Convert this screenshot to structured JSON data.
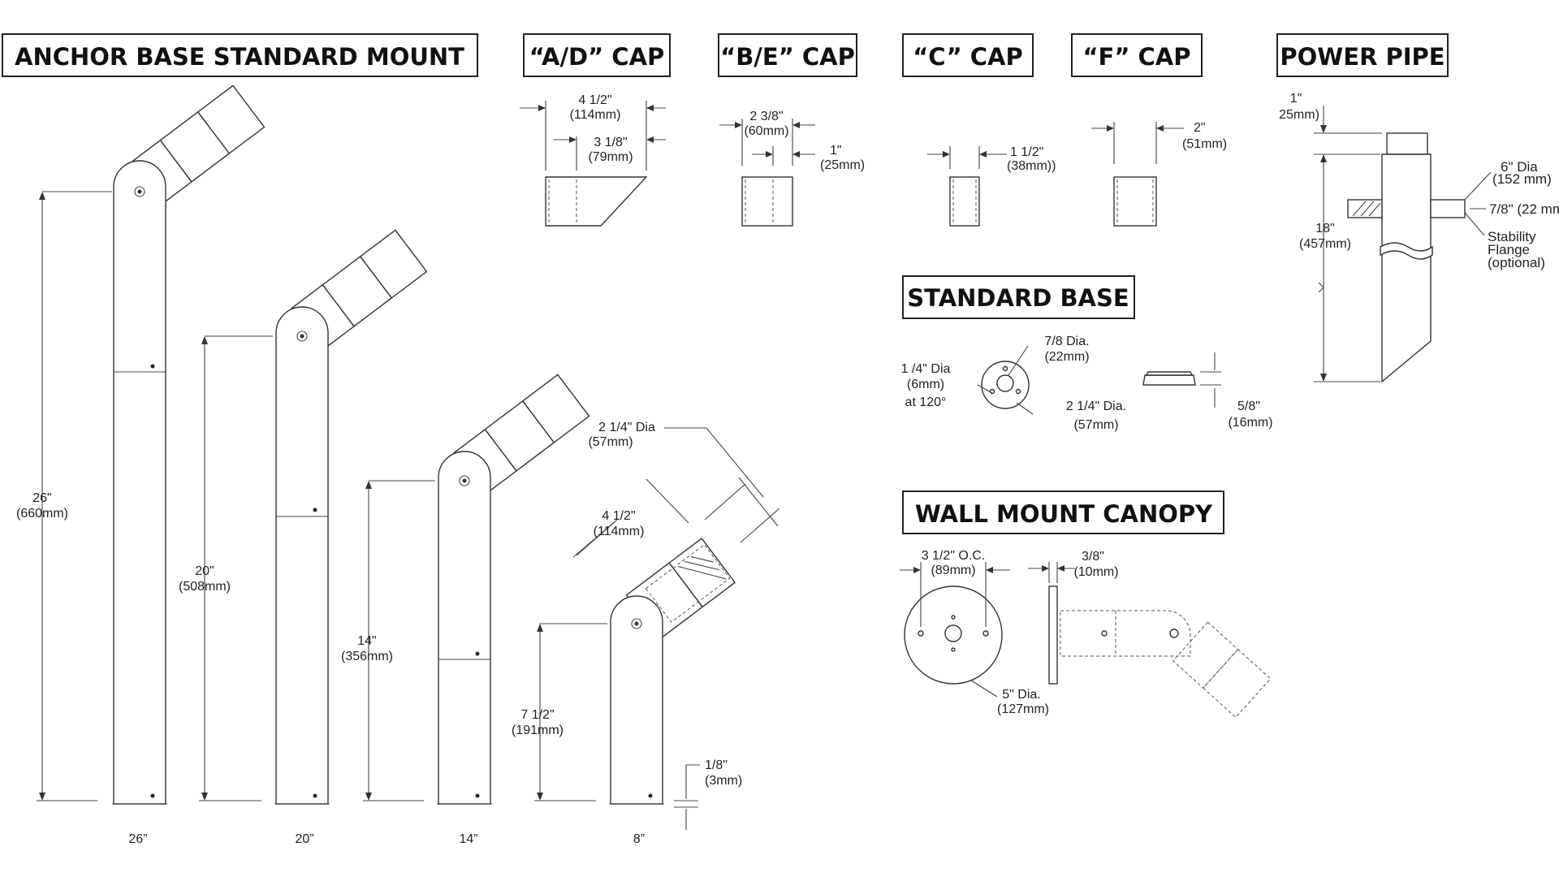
{
  "titles": {
    "anchor_base": "ANCHOR BASE STANDARD MOUNT",
    "ad_cap": "“A/D” CAP",
    "be_cap": "“B/E” CAP",
    "c_cap": "“C” CAP",
    "f_cap": "“F” CAP",
    "power_pipe": "POWER PIPE",
    "standard_base": "STANDARD BASE",
    "wall_mount": "WALL MOUNT CANOPY"
  },
  "mounts": {
    "m26": {
      "height": "26\"",
      "mm": "(660mm)",
      "caption": "26”"
    },
    "m20": {
      "height": "20\"",
      "mm": "(508mm)",
      "caption": "20”"
    },
    "m14": {
      "height": "14\"",
      "mm": "(356mm)",
      "caption": "14”"
    },
    "m8": {
      "height": "7 1/2\"",
      "mm": "(191mm)",
      "caption": "8”",
      "dia": "2 1/4\" Dia",
      "dia_mm": "(57mm)",
      "len": "4 1/2\"",
      "len_mm": "(114mm)",
      "gap": "1/8\"",
      "gap_mm": "(3mm)"
    }
  },
  "caps": {
    "ad": {
      "outer": "4 1/2\"",
      "outer_mm": "(114mm)",
      "inner": "3 1/8\"",
      "inner_mm": "(79mm)"
    },
    "be": {
      "outer": "2 3/8\"",
      "outer_mm": "(60mm)",
      "inner": "1\"",
      "inner_mm": "(25mm)"
    },
    "c": {
      "width": "1 1/2\"",
      "width_mm": "(38mm))"
    },
    "f": {
      "width": "2\"",
      "width_mm": "(51mm)"
    }
  },
  "power_pipe": {
    "top": "1\"",
    "top_mm": "25mm)",
    "length": "18\"",
    "length_mm": "(457mm)",
    "flange_dia": "6\" Dia",
    "flange_dia_mm": "(152 mm)",
    "pipe": "7/8\" (22 mm",
    "flange_l1": "Stability",
    "flange_l2": "Flange",
    "flange_l3": "(optional)"
  },
  "standard_base": {
    "hole": "1 /4\" Dia",
    "hole_mm": "(6mm)",
    "hole_angle": "at 120°",
    "center": "7/8 Dia.",
    "center_mm": "(22mm)",
    "outer": "2 1/4\" Dia.",
    "outer_mm": "(57mm)",
    "height": "5/8\"",
    "height_mm": "(16mm)"
  },
  "wall_mount": {
    "oc": "3 1/2\" O.C.",
    "oc_mm": "(89mm)",
    "thick": "3/8\"",
    "thick_mm": "(10mm)",
    "dia": "5\" Dia.",
    "dia_mm": "(127mm)"
  }
}
